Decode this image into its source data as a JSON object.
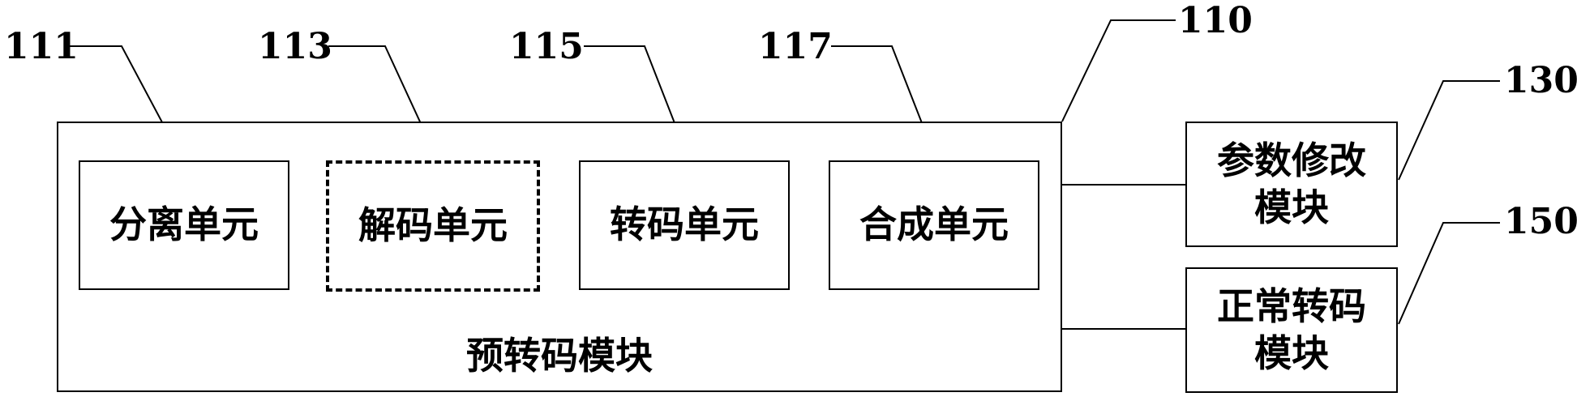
{
  "module_110": {
    "ref": "110",
    "title": "预转码模块",
    "units": [
      {
        "ref": "111",
        "label": "分离单元"
      },
      {
        "ref": "113",
        "label": "解码单元"
      },
      {
        "ref": "115",
        "label": "转码单元"
      },
      {
        "ref": "117",
        "label": "合成单元"
      }
    ]
  },
  "module_130": {
    "ref": "130",
    "label": "参数修改\n模块"
  },
  "module_150": {
    "ref": "150",
    "label": "正常转码\n模块"
  }
}
